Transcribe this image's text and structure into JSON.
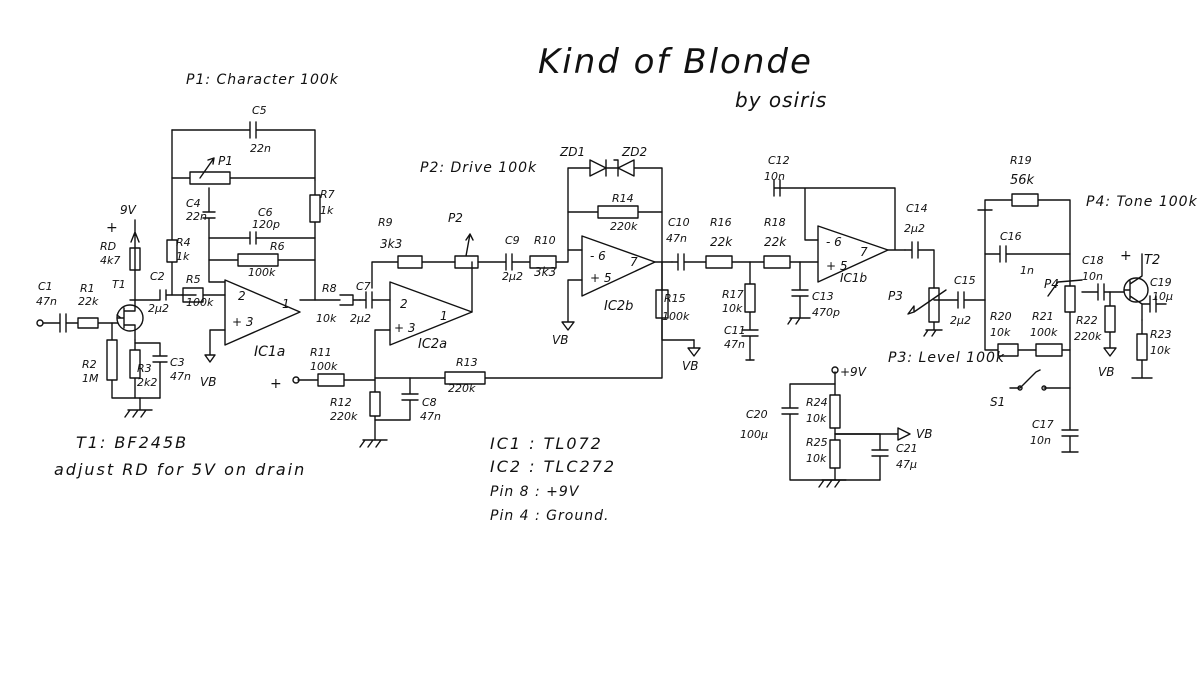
{
  "title": "Kind of Blonde",
  "subtitle": "by osiris",
  "notes": {
    "p1": "P1: Character 100k",
    "p2": "P2: Drive 100k",
    "p3": "P3: Level 100k",
    "p4": "P4: Tone 100k",
    "t1": "T1: BF245B",
    "adjust": "adjust RD for 5V on drain",
    "ic1": "IC1 : TL072",
    "ic2": "IC2 : TLC272",
    "pin8": "Pin 8 : +9V",
    "pin4": "Pin 4 : Ground."
  },
  "labels": {
    "C1": "C1",
    "C1v": "47n",
    "R1": "R1",
    "R1v": "22k",
    "RD": "RD",
    "RDv": "4k7",
    "V9a": "9V",
    "T1": "T1",
    "R2": "R2",
    "R2v": "1M",
    "R3": "R3",
    "R3v": "2k2",
    "C3": "C3",
    "C3v": "47n",
    "C2": "C2",
    "C2v": "2µ2",
    "R4": "R4",
    "R4v": "1k",
    "R5": "R5",
    "R5v": "100k",
    "C4": "C4",
    "C4v": "22n",
    "C5": "C5",
    "C5v": "22n",
    "P1": "P1",
    "C6": "C6",
    "C6v": "120p",
    "R6": "R6",
    "R6v": "100k",
    "R7": "R7",
    "R7v": "1k",
    "IC1a": "IC1a",
    "R8": "R8",
    "R8v": "10k",
    "C7": "C7",
    "C7v": "2µ2",
    "R9": "R9",
    "R9v": "3k3",
    "P2": "P2",
    "IC2a": "IC2a",
    "R11": "R11",
    "R11v": "100k",
    "R12": "R12",
    "R12v": "220k",
    "C8": "C8",
    "C8v": "47n",
    "R13": "R13",
    "R13v": "220k",
    "C9": "C9",
    "C9v": "2µ2",
    "R10": "R10",
    "R10v": "3k3",
    "ZD1": "ZD1",
    "ZD2": "ZD2",
    "R14": "R14",
    "R14v": "220k",
    "IC2b": "IC2b",
    "R15": "R15",
    "R15v": "100k",
    "C10": "C10",
    "C10v": "47n",
    "R16": "R16",
    "R16v": "22k",
    "R17": "R17",
    "R17v": "10k",
    "C11": "C11",
    "C11v": "47n",
    "R18": "R18",
    "R18v": "22k",
    "C12": "C12",
    "C12v": "10n",
    "C13": "C13",
    "C13v": "470p",
    "IC1b": "IC1b",
    "C14": "C14",
    "C14v": "2µ2",
    "P3": "P3",
    "C15": "C15",
    "C15v": "2µ2",
    "R19": "R19",
    "R19v": "56k",
    "C16": "C16",
    "C16v": "1n",
    "R20": "R20",
    "R20v": "10k",
    "R21": "R21",
    "R21v": "100k",
    "S1": "S1",
    "C17": "C17",
    "C17v": "10n",
    "P4": "P4",
    "C18": "C18",
    "C18v": "10n",
    "R22": "R22",
    "R22v": "220k",
    "T2": "T2",
    "C19": "C19",
    "C19v": "10µ",
    "R23": "R23",
    "R23v": "10k",
    "V9b": "+9V",
    "C20": "C20",
    "C20v": "100µ",
    "R24": "R24",
    "R24v": "10k",
    "R25": "R25",
    "R25v": "10k",
    "C21": "C21",
    "C21v": "47µ",
    "VB": "VB",
    "plus": "+",
    "pin2": "2",
    "pin3": "+ 3",
    "pin1": "1",
    "pin6": "- 6",
    "pin5": "+ 5",
    "pin7": "7"
  }
}
